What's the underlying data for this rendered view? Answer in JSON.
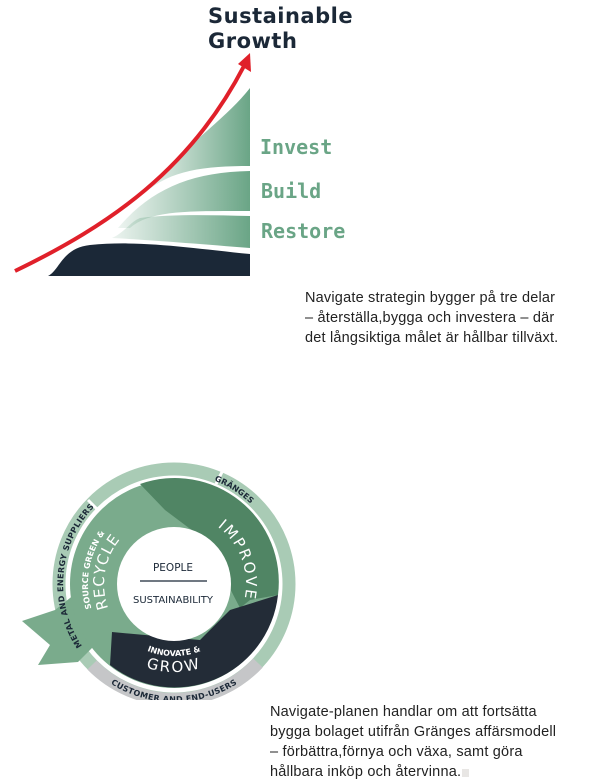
{
  "growth_diagram": {
    "title_line1": "Sustainable",
    "title_line2": "Growth",
    "levels": [
      "Invest",
      "Build",
      "Restore"
    ],
    "colors": {
      "arrow": "#e0202a",
      "dark": "#1b2837",
      "green": "#6aa586",
      "title": "#1b2837"
    }
  },
  "strategy_text": "Navigate strategin bygger på tre delar\n– återställa,bygga och investera – där\ndet långsiktiga målet är hållbar tillväxt.",
  "business_model": {
    "center_top": "PEOPLE",
    "center_bottom": "SUSTAINABILITY",
    "segments": [
      {
        "small": "SOURCE GREEN &",
        "large": "RECYCLE"
      },
      {
        "small": "",
        "large": "IMPROVE"
      },
      {
        "small": "INNOVATE &",
        "large": "GROW"
      }
    ],
    "ring_labels": {
      "left": "METAL AND ENERGY SUPPLIERS",
      "top": "GRÄNGES",
      "bottom": "CUSTOMER AND END-USERS"
    },
    "colors": {
      "light_green": "#7aab8c",
      "mid_green": "#508564",
      "dark": "#232c37",
      "ring_green": "#a9cbb5",
      "ring_grey": "#c5c6c8"
    }
  },
  "plan_text": "Navigate-planen handlar om att fortsätta\nbygga bolaget utifrån Gränges affärsmodell\n– förbättra,förnya och växa, samt göra\nhållbara inköp och återvinna."
}
